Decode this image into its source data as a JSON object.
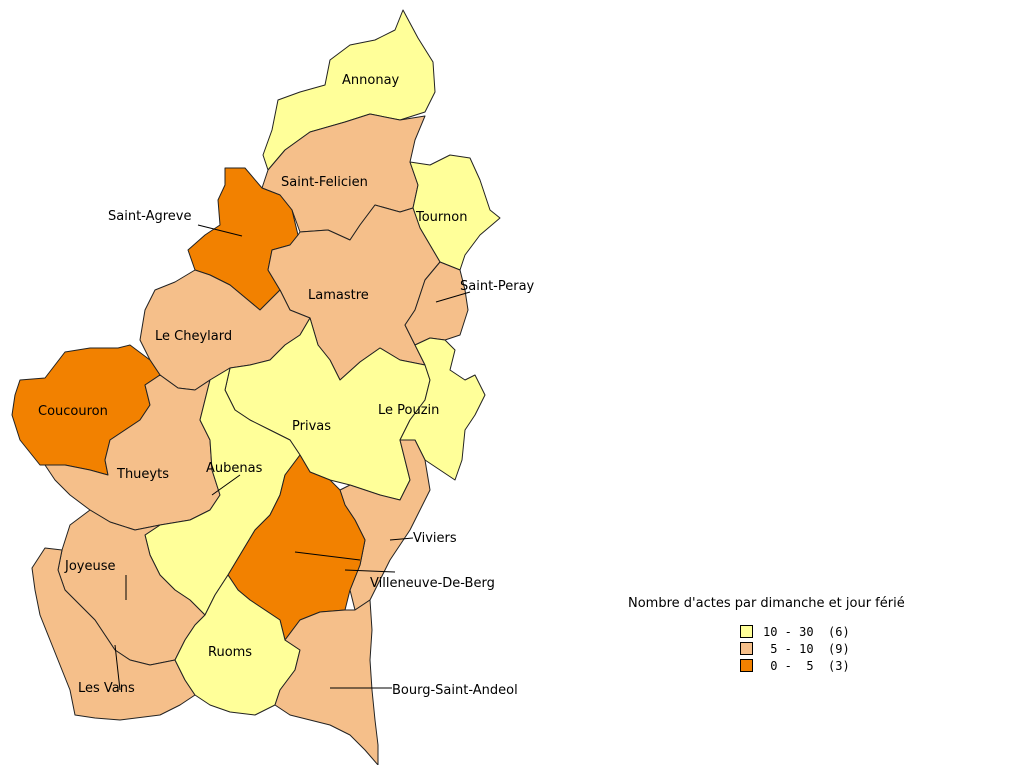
{
  "legend": {
    "title": "Nombre d'actes par dimanche et jour férié",
    "classes": [
      {
        "range": "10 - 30  (6)",
        "color": "#ffff99"
      },
      {
        "range": " 5 - 10  (9)",
        "color": "#f5bf8a"
      },
      {
        "range": " 0 -  5  (3)",
        "color": "#f28100"
      }
    ]
  },
  "regions": {
    "annonay": {
      "name": "Annonay",
      "class": "10-30"
    },
    "saint_felicien": {
      "name": "Saint-Felicien",
      "class": "5-10"
    },
    "tournon": {
      "name": "Tournon",
      "class": "10-30"
    },
    "saint_agreve": {
      "name": "Saint-Agreve",
      "class": "0-5"
    },
    "lamastre": {
      "name": "Lamastre",
      "class": "5-10"
    },
    "saint_peray": {
      "name": "Saint-Peray",
      "class": "5-10"
    },
    "le_cheylard": {
      "name": "Le Cheylard",
      "class": "5-10"
    },
    "coucouron": {
      "name": "Coucouron",
      "class": "0-5"
    },
    "privas": {
      "name": "Privas",
      "class": "10-30"
    },
    "le_pouzin": {
      "name": "Le Pouzin",
      "class": "10-30"
    },
    "thueyts": {
      "name": "Thueyts",
      "class": "5-10"
    },
    "aubenas": {
      "name": "Aubenas",
      "class": "10-30"
    },
    "viviers": {
      "name": "Viviers",
      "class": "5-10"
    },
    "villeneuve_de_berg": {
      "name": "Villeneuve-De-Berg",
      "class": "0-5"
    },
    "joyeuse": {
      "name": "Joyeuse",
      "class": "5-10"
    },
    "les_vans": {
      "name": "Les Vans",
      "class": "5-10"
    },
    "ruoms": {
      "name": "Ruoms",
      "class": "10-30"
    },
    "bourg_saint_andeol": {
      "name": "Bourg-Saint-Andeol",
      "class": "5-10"
    }
  }
}
